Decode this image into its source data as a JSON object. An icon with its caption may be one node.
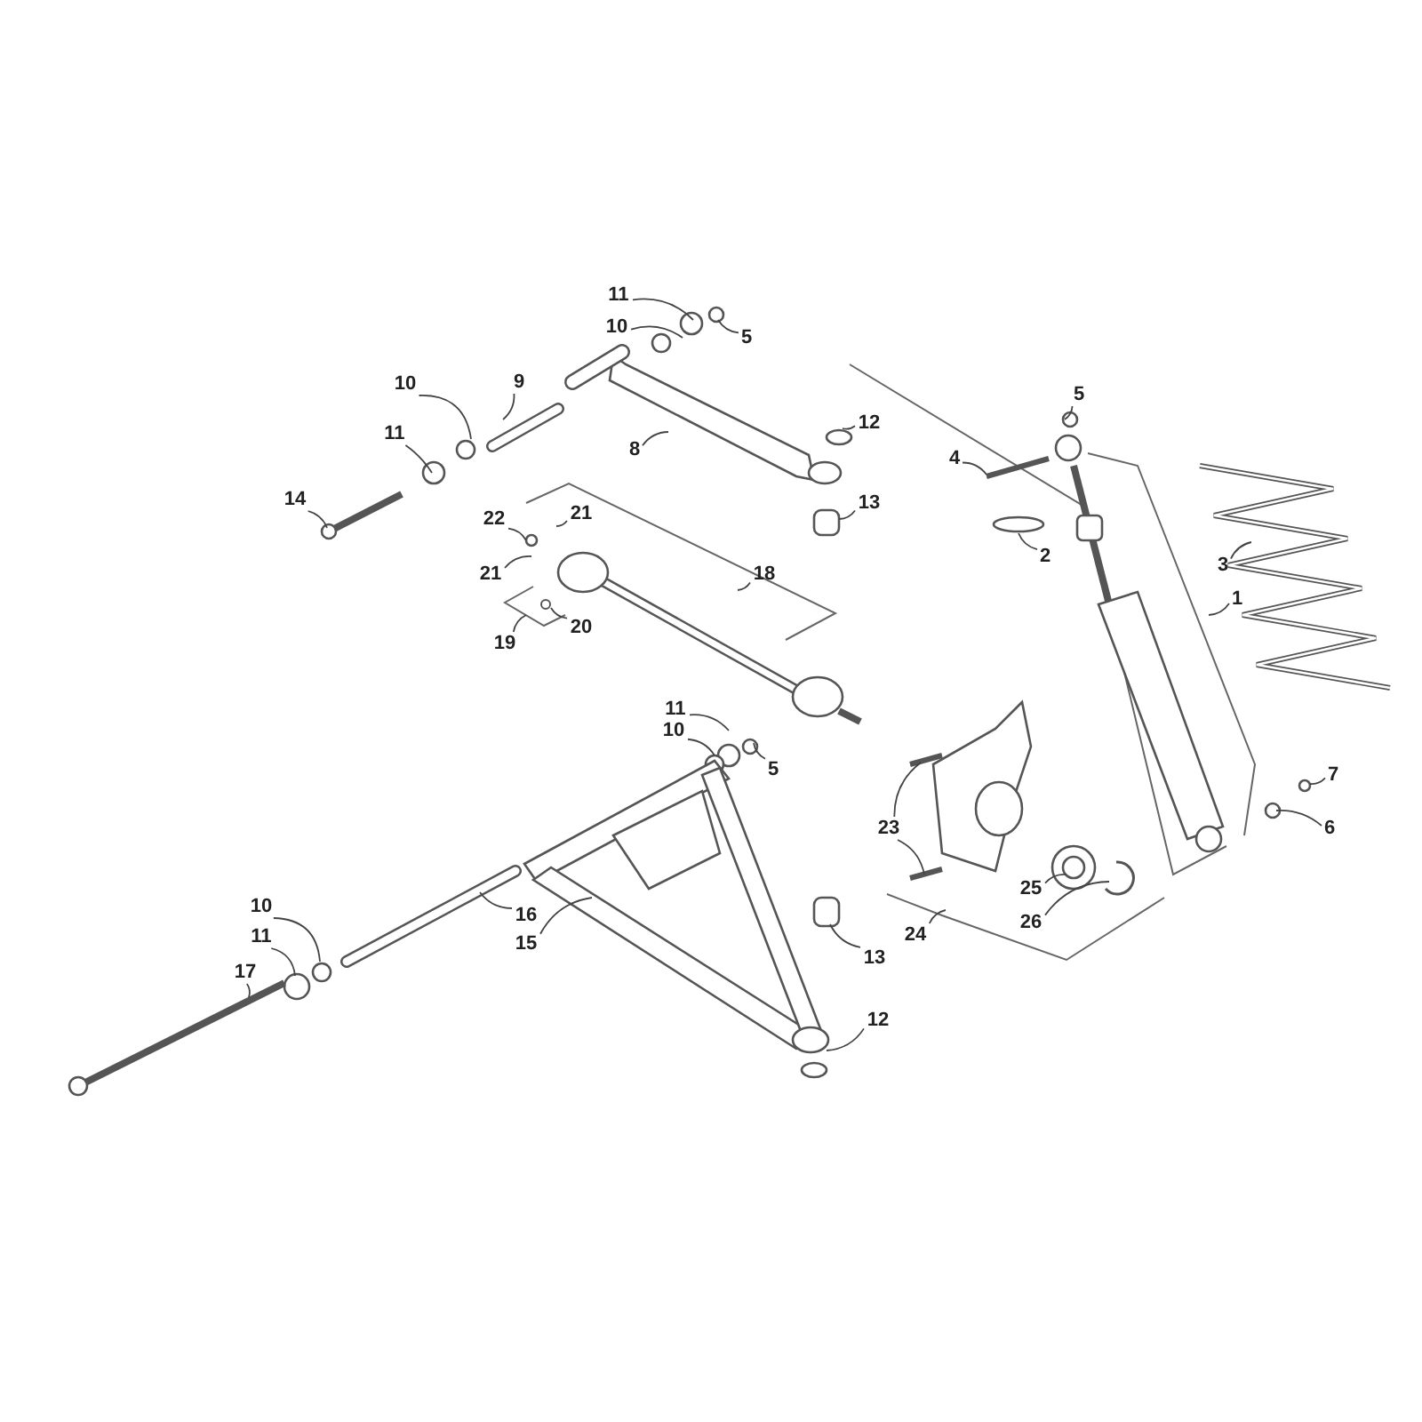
{
  "diagram": {
    "nodes": [
      {
        "text": [
          "11"
        ]
      },
      {
        "text": [
          "10"
        ]
      },
      {
        "text": [
          "5"
        ]
      },
      {
        "text": [
          "9"
        ]
      },
      {
        "text": [
          "10"
        ]
      },
      {
        "text": [
          "5"
        ]
      },
      {
        "text": [
          "11"
        ]
      },
      {
        "text": [
          "8"
        ]
      },
      {
        "text": [
          "12"
        ]
      },
      {
        "text": [
          "4"
        ]
      },
      {
        "text": [
          "13"
        ]
      },
      {
        "text": [
          "14"
        ]
      },
      {
        "text": [
          "22"
        ]
      },
      {
        "text": [
          "21"
        ]
      },
      {
        "text": [
          "3"
        ]
      },
      {
        "text": [
          "2"
        ]
      },
      {
        "text": [
          "21"
        ]
      },
      {
        "text": [
          "18"
        ]
      },
      {
        "text": [
          "19"
        ]
      },
      {
        "text": [
          "20"
        ]
      },
      {
        "text": [
          "1"
        ]
      },
      {
        "text": [
          "11"
        ]
      },
      {
        "text": [
          "10"
        ]
      },
      {
        "text": [
          "5"
        ]
      },
      {
        "text": [
          "7"
        ]
      },
      {
        "text": [
          "23"
        ]
      },
      {
        "text": [
          "6"
        ]
      },
      {
        "text": [
          "25"
        ]
      },
      {
        "text": [
          "16"
        ]
      },
      {
        "text": [
          "26"
        ]
      },
      {
        "text": [
          "24"
        ]
      },
      {
        "text": [
          "15"
        ]
      },
      {
        "text": [
          "13"
        ]
      },
      {
        "text": [
          "10"
        ]
      },
      {
        "text": [
          "11"
        ]
      },
      {
        "text": [
          "17"
        ]
      },
      {
        "text": [
          "12"
        ]
      }
    ],
    "edges": [
      {
        "from": 0,
        "to": null,
        "arrow": "none"
      },
      {
        "from": 1,
        "to": null,
        "arrow": "none"
      },
      {
        "from": 2,
        "to": null,
        "arrow": "none"
      },
      {
        "from": 3,
        "to": null,
        "arrow": "none"
      },
      {
        "from": 4,
        "to": null,
        "arrow": "none"
      },
      {
        "from": 5,
        "to": null,
        "arrow": "none"
      },
      {
        "from": 6,
        "to": null,
        "arrow": "none"
      },
      {
        "from": 7,
        "to": null,
        "arrow": "none"
      },
      {
        "from": 8,
        "to": null,
        "arrow": "none"
      },
      {
        "from": 9,
        "to": null,
        "arrow": "none"
      },
      {
        "from": 10,
        "to": null,
        "arrow": "none"
      },
      {
        "from": 11,
        "to": null,
        "arrow": "none"
      },
      {
        "from": 12,
        "to": null,
        "arrow": "none"
      },
      {
        "from": 13,
        "to": null,
        "arrow": "none"
      },
      {
        "from": 14,
        "to": null,
        "arrow": "none"
      },
      {
        "from": 15,
        "to": null,
        "arrow": "none"
      },
      {
        "from": 16,
        "to": null,
        "arrow": "none"
      },
      {
        "from": 17,
        "to": null,
        "arrow": "none"
      },
      {
        "from": 18,
        "to": null,
        "arrow": "none"
      },
      {
        "from": 19,
        "to": null,
        "arrow": "none"
      },
      {
        "from": 20,
        "to": null,
        "arrow": "none"
      },
      {
        "from": 21,
        "to": null,
        "arrow": "none"
      },
      {
        "from": 22,
        "to": null,
        "arrow": "none"
      },
      {
        "from": 23,
        "to": null,
        "arrow": "none"
      },
      {
        "from": 24,
        "to": null,
        "arrow": "none"
      },
      {
        "from": 25,
        "to": null,
        "arrow": "none"
      },
      {
        "from": 25,
        "to": null,
        "arrow": "none"
      },
      {
        "from": 26,
        "to": null,
        "arrow": "none"
      },
      {
        "from": 27,
        "to": null,
        "arrow": "none"
      },
      {
        "from": 28,
        "to": null,
        "arrow": "none"
      },
      {
        "from": 29,
        "to": null,
        "arrow": "none"
      },
      {
        "from": 30,
        "to": null,
        "arrow": "none"
      },
      {
        "from": 31,
        "to": null,
        "arrow": "none"
      },
      {
        "from": 32,
        "to": null,
        "arrow": "none"
      },
      {
        "from": 33,
        "to": null,
        "arrow": "none"
      },
      {
        "from": 34,
        "to": null,
        "arrow": "none"
      },
      {
        "from": 35,
        "to": null,
        "arrow": "none"
      },
      {
        "from": 36,
        "to": null,
        "arrow": "none"
      }
    ]
  }
}
